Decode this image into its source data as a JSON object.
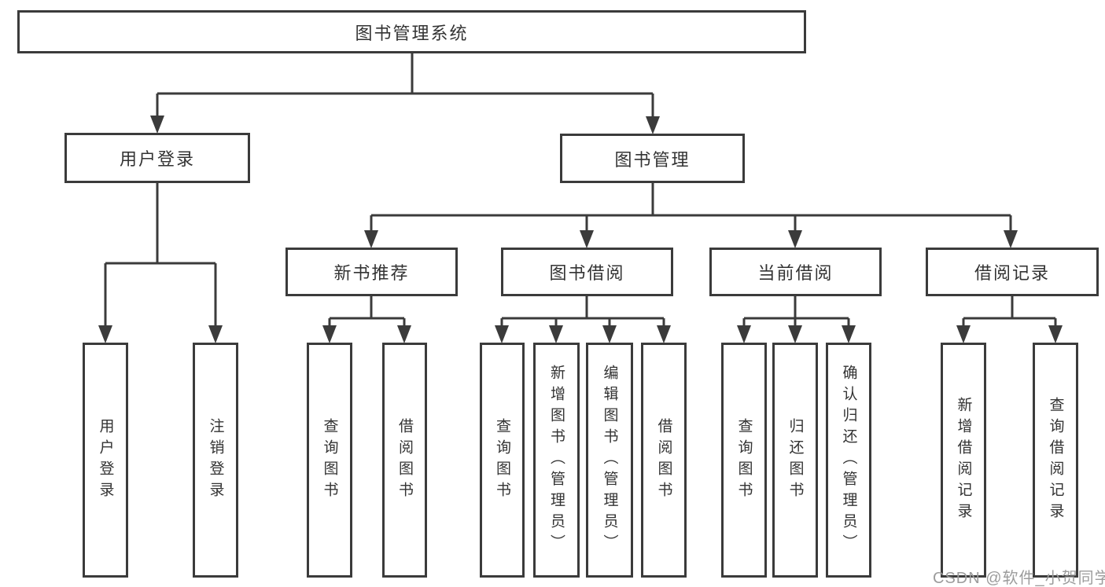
{
  "nodes": {
    "root": {
      "label": "图书管理系统"
    },
    "user_login": {
      "label": "用户登录"
    },
    "book_mgmt": {
      "label": "图书管理"
    },
    "new_book_rec": {
      "label": "新书推荐"
    },
    "book_borrow": {
      "label": "图书借阅"
    },
    "current_borrow": {
      "label": "当前借阅"
    },
    "borrow_records": {
      "label": "借阅记录"
    },
    "u_login": {
      "label": "用户登录"
    },
    "u_logout": {
      "label": "注销登录"
    },
    "nb_query": {
      "label": "查询图书"
    },
    "nb_borrow": {
      "label": "借阅图书"
    },
    "bb_query": {
      "label": "查询图书"
    },
    "bb_add": {
      "label": "新增图书（管理员）"
    },
    "bb_edit": {
      "label": "编辑图书（管理员）"
    },
    "bb_borrow": {
      "label": "借阅图书"
    },
    "cb_query": {
      "label": "查询图书"
    },
    "cb_return": {
      "label": "归还图书"
    },
    "cb_confirm": {
      "label": "确认归还（管理员）"
    },
    "br_add": {
      "label": "新增借阅记录"
    },
    "br_query": {
      "label": "查询借阅记录"
    }
  },
  "hierarchy": [
    {
      "parent": "图书管理系统",
      "children": [
        "用户登录",
        "图书管理"
      ]
    },
    {
      "parent": "用户登录",
      "children": [
        "用户登录",
        "注销登录"
      ]
    },
    {
      "parent": "图书管理",
      "children": [
        "新书推荐",
        "图书借阅",
        "当前借阅",
        "借阅记录"
      ]
    },
    {
      "parent": "新书推荐",
      "children": [
        "查询图书",
        "借阅图书"
      ]
    },
    {
      "parent": "图书借阅",
      "children": [
        "查询图书",
        "新增图书（管理员）",
        "编辑图书（管理员）",
        "借阅图书"
      ]
    },
    {
      "parent": "当前借阅",
      "children": [
        "查询图书",
        "归还图书",
        "确认归还（管理员）"
      ]
    },
    {
      "parent": "借阅记录",
      "children": [
        "新增借阅记录",
        "查询借阅记录"
      ]
    }
  ],
  "watermark": {
    "text": "CSDN @软件_小贺同学"
  },
  "colors": {
    "line": "#3b3b3b",
    "text": "#333333",
    "watermark": "#9c9c9c",
    "background": "#ffffff"
  }
}
